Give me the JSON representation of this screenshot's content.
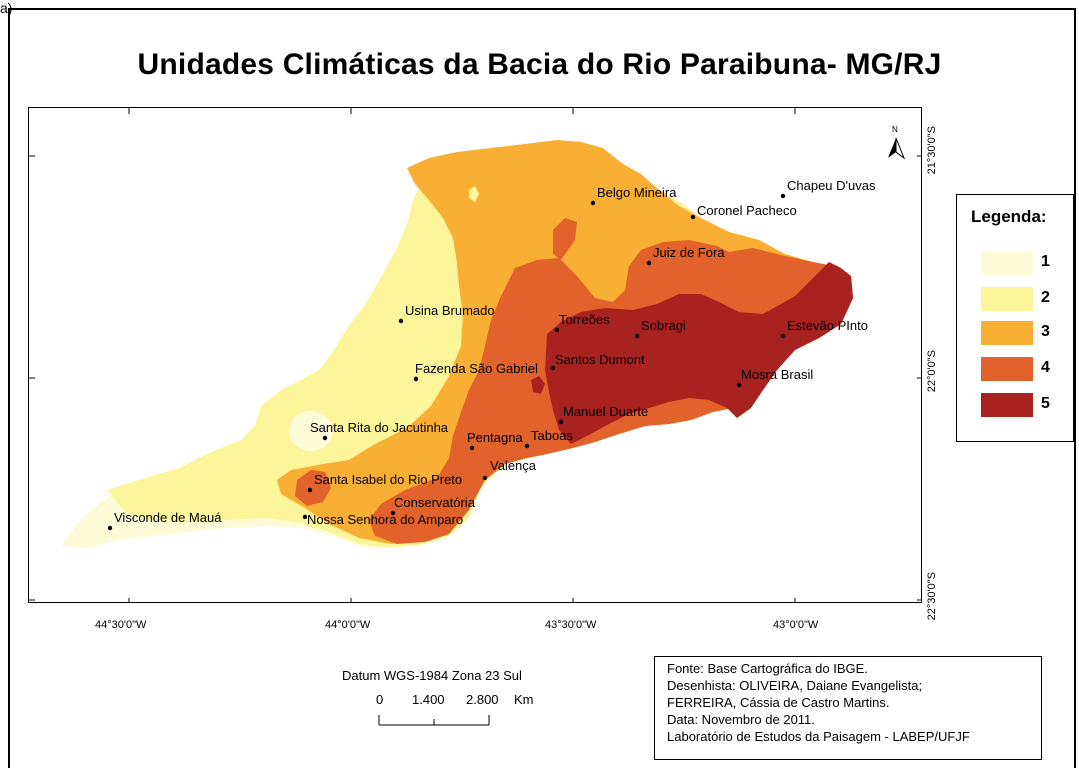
{
  "corner_text": "a)",
  "title": "Unidades Climáticas da Bacia do Rio Paraibuna- MG/RJ",
  "north_arrow": "N",
  "longitude_labels": [
    "44°30'0\"W",
    "44°0'0\"W",
    "43°30'0\"W",
    "43°0'0\"W"
  ],
  "latitude_labels": [
    "21°30'0\"S",
    "22°0'0\"S",
    "22°30'0\"S"
  ],
  "legend": {
    "title": "Legenda:",
    "items": [
      {
        "label": "1",
        "color": "#fdfbd8"
      },
      {
        "label": "2",
        "color": "#fcf59a"
      },
      {
        "label": "3",
        "color": "#f9ae34"
      },
      {
        "label": "4",
        "color": "#e2622b"
      },
      {
        "label": "5",
        "color": "#a8231f"
      }
    ]
  },
  "cities": [
    {
      "name": "Chapeu D'uvas"
    },
    {
      "name": "Belgo Mineira"
    },
    {
      "name": "Coronel Pacheco"
    },
    {
      "name": "Juiz de Fora"
    },
    {
      "name": "Usina Brumado"
    },
    {
      "name": "Torreões"
    },
    {
      "name": "Sobragi"
    },
    {
      "name": "Estevão PInto"
    },
    {
      "name": "Santos Dumont"
    },
    {
      "name": "Fazenda São Gabriel"
    },
    {
      "name": "Mosra Brasil"
    },
    {
      "name": "Manuel Duarte"
    },
    {
      "name": "Santa Rita do Jacutinha"
    },
    {
      "name": "Pentagna"
    },
    {
      "name": "Taboas"
    },
    {
      "name": "Valença"
    },
    {
      "name": "Santa Isabel do Rio Preto"
    },
    {
      "name": "Conservatória"
    },
    {
      "name": "Visconde de Mauá"
    },
    {
      "name": "Nossa Senhora do Amparo"
    }
  ],
  "datum": "Datum WGS-1984 Zona 23 Sul",
  "scale": {
    "labels": [
      "0",
      "1.400",
      "2.800"
    ],
    "unit": "Km"
  },
  "source": {
    "lines": [
      "Fonte: Base Cartográfica do IBGE.",
      "Desenhista: OLIVEIRA, Daiane Evangelista;",
      "FERREIRA, Cássia de Castro  Martins.",
      "Data: Novembro de 2011.",
      "Laboratório de Estudos da Paisagem - LABEP/UFJF"
    ]
  }
}
